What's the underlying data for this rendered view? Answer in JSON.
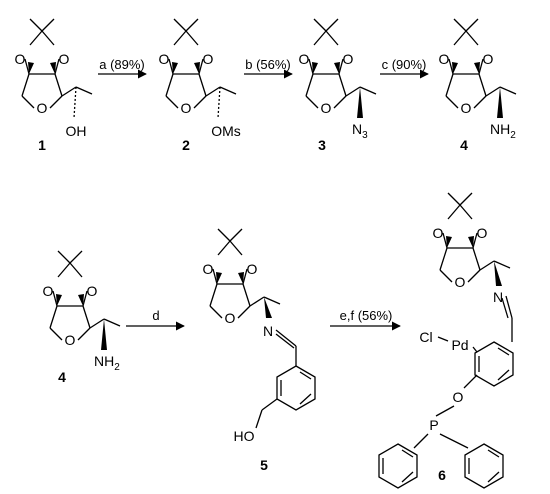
{
  "compounds": [
    {
      "number": "1",
      "atoms": {
        "O_a": "O",
        "O_b": "O",
        "O_ring": "O",
        "sub": "OH"
      }
    },
    {
      "number": "2",
      "atoms": {
        "O_a": "O",
        "O_b": "O",
        "O_ring": "O",
        "sub": "OMs"
      }
    },
    {
      "number": "3",
      "atoms": {
        "O_a": "O",
        "O_b": "O",
        "O_ring": "O",
        "sub_main": "N",
        "sub_index": "3"
      }
    },
    {
      "number": "4",
      "atoms": {
        "O_a": "O",
        "O_b": "O",
        "O_ring": "O",
        "sub_main": "NH",
        "sub_index": "2"
      }
    },
    {
      "number": "4",
      "atoms": {
        "O_a": "O",
        "O_b": "O",
        "O_ring": "O",
        "sub_main": "NH",
        "sub_index": "2"
      }
    },
    {
      "number": "5",
      "atoms": {
        "O_a": "O",
        "O_b": "O",
        "O_ring": "O",
        "N": "N",
        "OH": "HO"
      }
    },
    {
      "number": "6",
      "atoms": {
        "O_a": "O",
        "O_b": "O",
        "O_ring": "O",
        "N": "N",
        "Pd": "Pd",
        "Cl": "Cl",
        "O_link": "O",
        "P": "P"
      }
    }
  ],
  "arrows": [
    {
      "label": "a (89%)"
    },
    {
      "label": "b (56%)"
    },
    {
      "label": "c (90%)"
    },
    {
      "label": "d"
    },
    {
      "label": "e,f (56%)"
    }
  ]
}
